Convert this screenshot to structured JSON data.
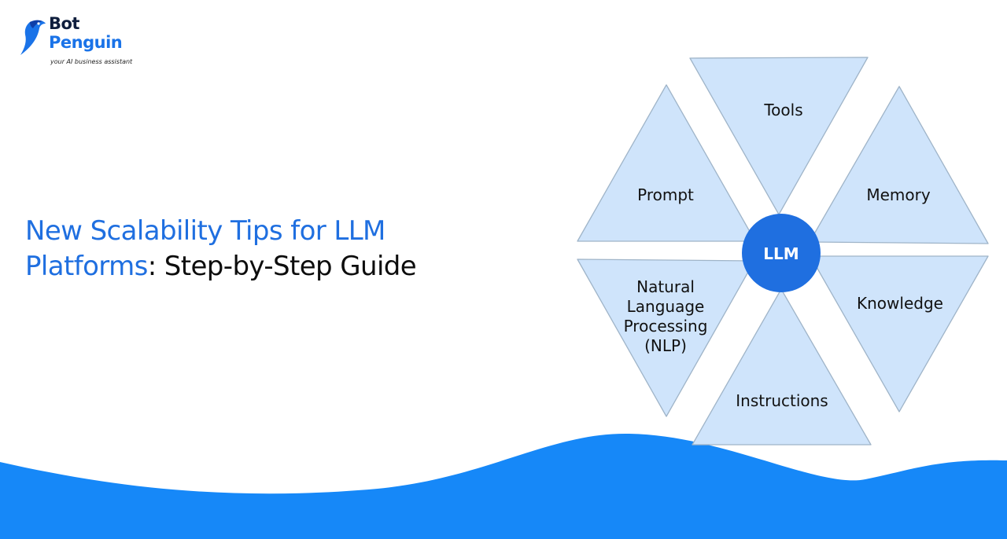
{
  "brand": {
    "name_line1": "Bot",
    "name_line2": "Penguin",
    "tagline": "your AI business assistant",
    "colors": {
      "primary": "#1a73e8",
      "dark": "#0f1e3d"
    }
  },
  "headline": {
    "accent_part1": "New Scalability Tips for LLM",
    "accent_part2": "Platforms",
    "dark_part": ": Step-by-Step Guide",
    "colors": {
      "accent": "#1f6fe0",
      "dark": "#0d0d0d"
    }
  },
  "diagram": {
    "center": "LLM",
    "segments": {
      "tools": "Tools",
      "memory": "Memory",
      "knowledge": "Knowledge",
      "instructions": "Instructions",
      "nlp": [
        "Natural",
        "Language",
        "Processing",
        "(NLP)"
      ],
      "prompt": "Prompt"
    },
    "colors": {
      "segment_fill": "#cfe4fb",
      "segment_stroke": "#9fb4c8",
      "center_fill": "#1f6fe0"
    }
  },
  "footer": {
    "wave_color": "#1688f8"
  }
}
